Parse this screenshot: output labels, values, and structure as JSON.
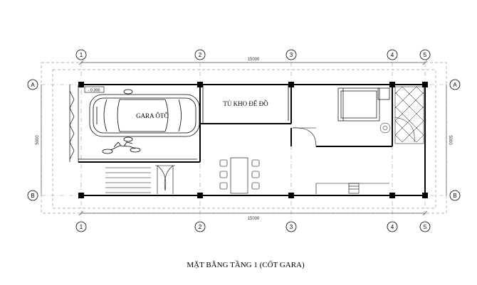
{
  "plan": {
    "title": "MẶT BẰNG TẦNG 1 (CỐT GARA)",
    "level_tag": "- 0.300",
    "dimensions": {
      "total_length": "15000",
      "total_width": "5000"
    },
    "axes": {
      "columns": [
        "1",
        "2",
        "3",
        "4",
        "5"
      ],
      "rows": [
        "A",
        "B"
      ]
    },
    "rooms": {
      "garage": "GARA ÔTÔ",
      "storage": "TỦ KHO ĐỂ ĐỒ"
    },
    "colors": {
      "line": "#000000",
      "dim_line": "#555555",
      "grid": "#999999"
    }
  }
}
